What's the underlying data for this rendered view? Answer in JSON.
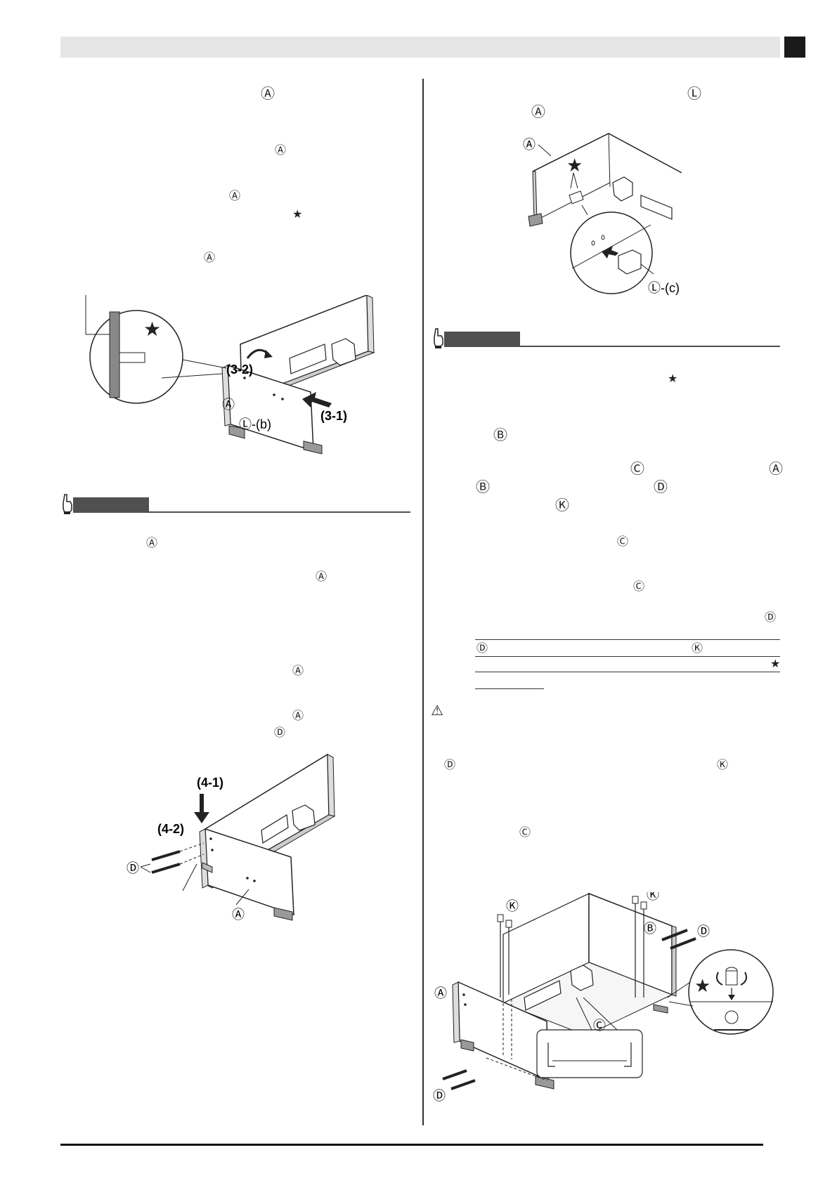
{
  "page": {
    "symbols": {
      "A": "Ⓐ",
      "B": "Ⓑ",
      "C": "Ⓒ",
      "D": "Ⓓ",
      "K": "Ⓚ",
      "L": "Ⓛ",
      "star": "★",
      "warning": "⚠",
      "hand": "☝"
    }
  },
  "fig1": {
    "step1": "(3-1)",
    "step2": "(3-2)",
    "part_a": "Ⓐ",
    "part_lb": "Ⓛ-(b)"
  },
  "fig2": {
    "step1": "(4-1)",
    "step2": "(4-2)",
    "part_a": "Ⓐ",
    "part_d": "Ⓓ"
  },
  "fig3": {
    "part_a": "Ⓐ",
    "part_lc": "Ⓛ-(c)"
  },
  "fig4": {
    "part_a": "Ⓐ",
    "part_b": "Ⓑ",
    "part_c": "Ⓒ",
    "part_d": "Ⓓ",
    "part_k": "Ⓚ"
  },
  "colors": {
    "header_bar": "#e6e6e6",
    "note_tab": "#505050",
    "text": "#222222"
  }
}
